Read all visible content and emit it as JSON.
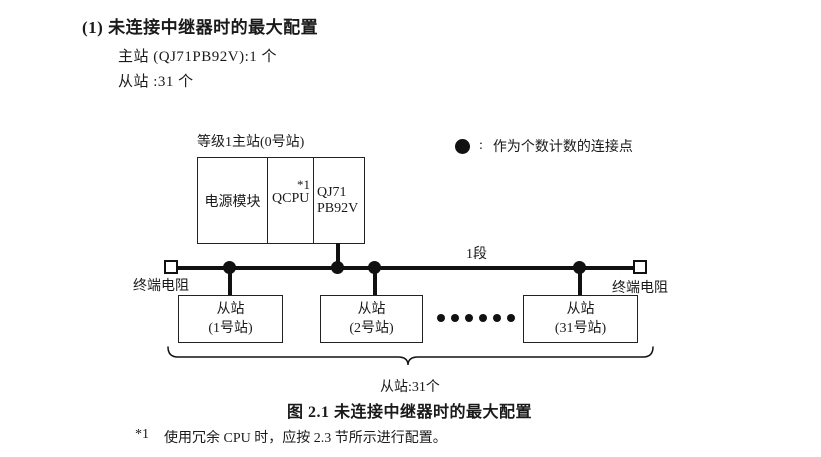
{
  "page": {
    "heading": "(1) 未连接中继器时的最大配置",
    "spec_lines": [
      "主站 (QJ71PB92V):1 个",
      "从站 :31 个"
    ],
    "caption": "图 2.1 未连接中继器时的最大配置",
    "footnote_marker": "*1",
    "footnote_text": "使用冗余 CPU 时，应按 2.3 节所示进行配置。"
  },
  "diagram": {
    "master_label": "等级1主站(0号站)",
    "legend_separator": ":",
    "legend_text": "作为个数计数的连接点",
    "master_modules": {
      "power": "电源模块",
      "cpu": "QCPU",
      "cpu_note": "*1",
      "pb92v_line1": "QJ71",
      "pb92v_line2": "PB92V"
    },
    "segment_label": "1段",
    "terminator_left_label": "终端电阻",
    "terminator_right_label": "终端电阻",
    "slaves": [
      {
        "line1": "从站",
        "line2": "(1号站)"
      },
      {
        "line1": "从站",
        "line2": "(2号站)"
      },
      {
        "line1": "从站",
        "line2": "(31号站)"
      }
    ],
    "brace_label": "从站:31个",
    "colors": {
      "line": "#111111",
      "text": "#1a1a1a"
    }
  }
}
